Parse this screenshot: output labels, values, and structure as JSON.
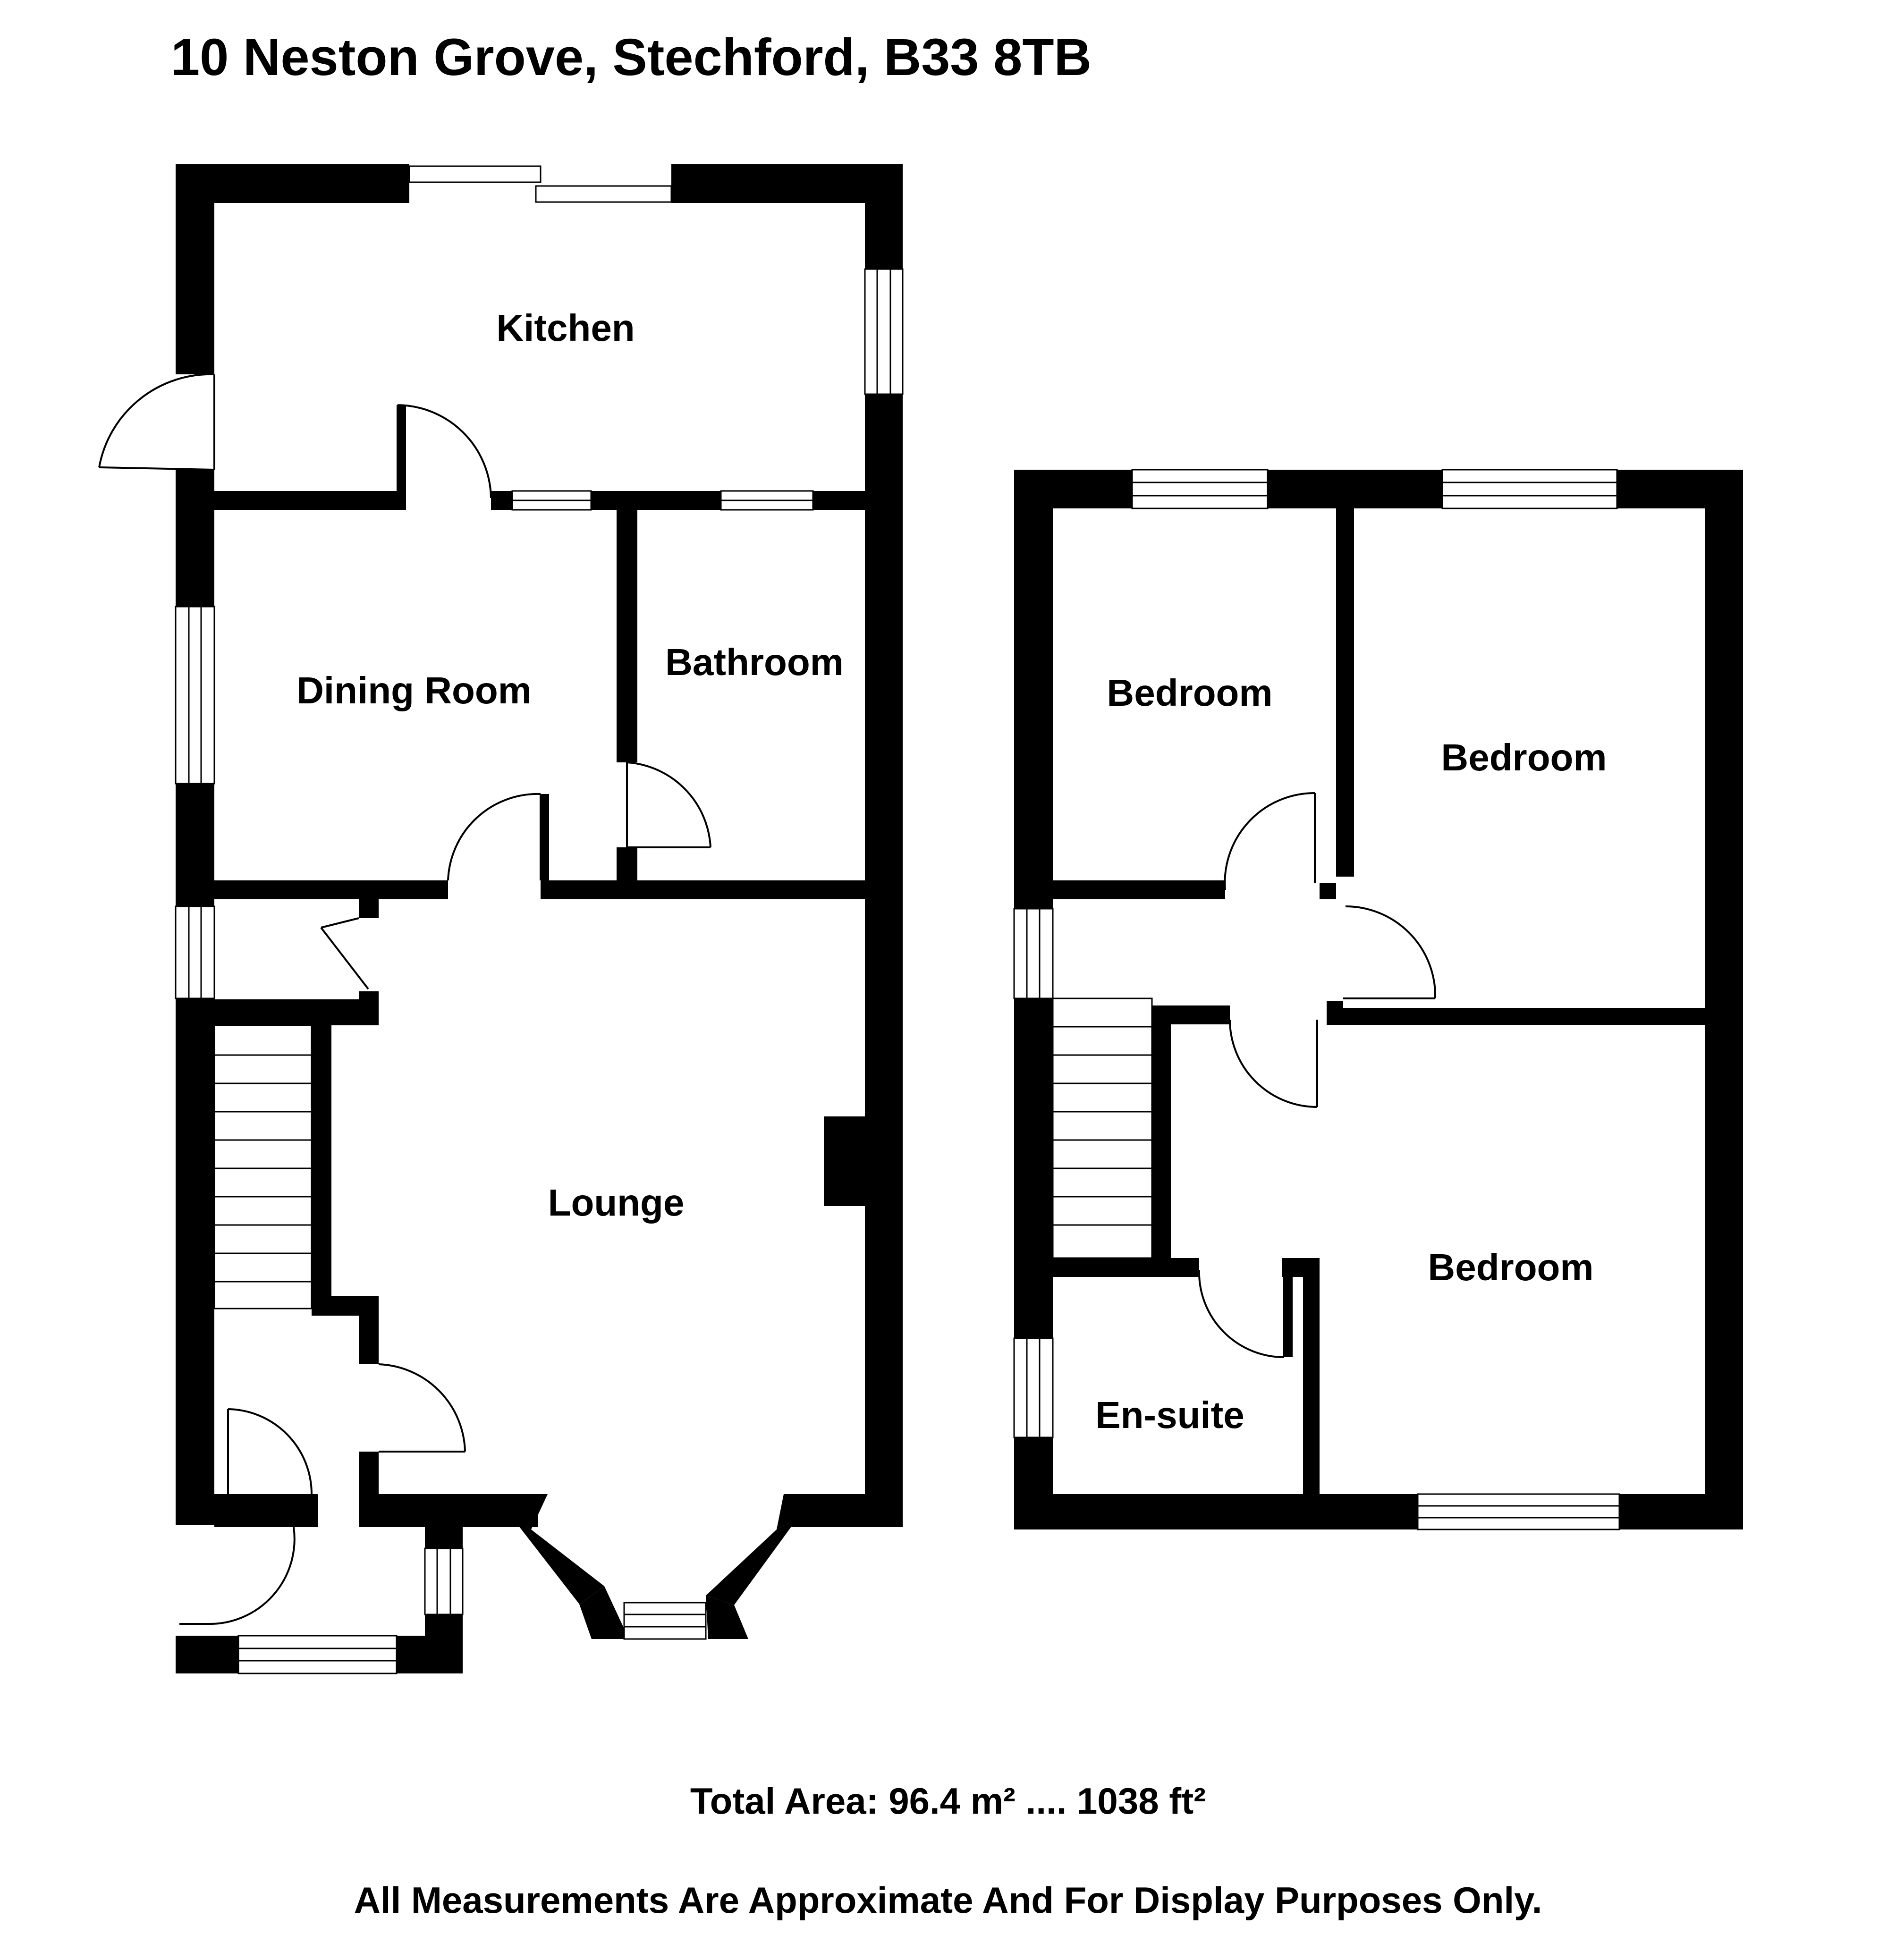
{
  "title": "10 Neston Grove, Stechford, B33 8TB",
  "rooms": {
    "kitchen": "Kitchen",
    "dining_room": "Dining Room",
    "bathroom": "Bathroom",
    "lounge": "Lounge",
    "bedroom_1": "Bedroom",
    "bedroom_2": "Bedroom",
    "bedroom_3": "Bedroom",
    "en_suite": "En-suite"
  },
  "total_area": "Total Area: 96.4 m² .... 1038 ft²",
  "disclaimer": "All Measurements Are Approximate And For Display Purposes Only."
}
